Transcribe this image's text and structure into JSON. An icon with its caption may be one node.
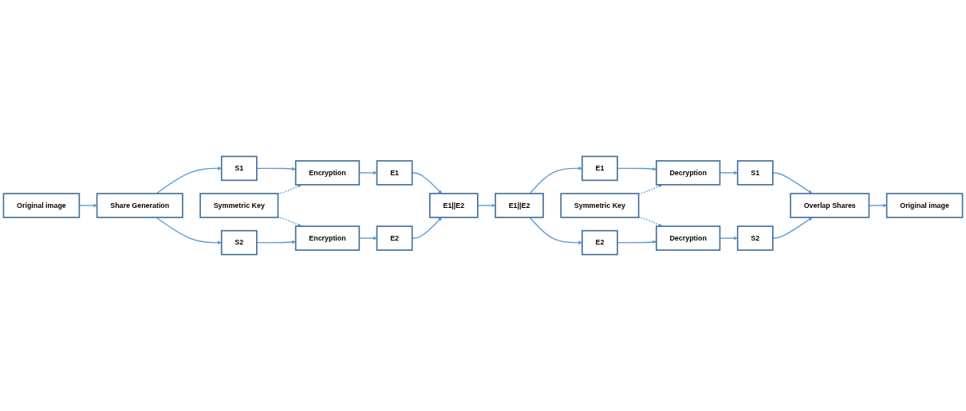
{
  "diagram": {
    "nodes": [
      {
        "text": [
          "Original image"
        ]
      },
      {
        "text": [
          "Share Generation"
        ]
      },
      {
        "text": [
          "S1"
        ]
      },
      {
        "text": [
          "Encryption"
        ]
      },
      {
        "text": [
          "E1"
        ]
      },
      {
        "text": [
          "Symmetric Key"
        ]
      },
      {
        "text": [
          "S2"
        ]
      },
      {
        "text": [
          "Encryption"
        ]
      },
      {
        "text": [
          "E2"
        ]
      },
      {
        "text": [
          "E1||E2"
        ]
      },
      {
        "text": [
          "E1||E2"
        ]
      },
      {
        "text": [
          "E1"
        ]
      },
      {
        "text": [
          "Decryption"
        ]
      },
      {
        "text": [
          "S1"
        ]
      },
      {
        "text": [
          "Symmetric Key"
        ]
      },
      {
        "text": [
          "E2"
        ]
      },
      {
        "text": [
          "Decryption"
        ]
      },
      {
        "text": [
          "S2"
        ]
      },
      {
        "text": [
          "Overlap Shares"
        ]
      },
      {
        "text": [
          "Original image"
        ]
      }
    ],
    "edges": [
      {
        "from": 0,
        "to": 1,
        "arrow": "to"
      },
      {
        "from": 1,
        "to": 2,
        "arrow": "to"
      },
      {
        "from": 1,
        "to": 6,
        "arrow": "to"
      },
      {
        "from": 2,
        "to": 3,
        "arrow": "to"
      },
      {
        "from": 3,
        "to": 4,
        "arrow": "to"
      },
      {
        "from": 5,
        "to": 3,
        "arrow": "to",
        "style": "dashed"
      },
      {
        "from": 5,
        "to": 7,
        "arrow": "to",
        "style": "dashed"
      },
      {
        "from": 6,
        "to": 7,
        "arrow": "to"
      },
      {
        "from": 7,
        "to": 8,
        "arrow": "to"
      },
      {
        "from": 4,
        "to": 9,
        "arrow": "to"
      },
      {
        "from": 8,
        "to": 9,
        "arrow": "to"
      },
      {
        "from": 9,
        "to": 10,
        "arrow": "to"
      },
      {
        "from": 10,
        "to": 11,
        "arrow": "to"
      },
      {
        "from": 10,
        "to": 15,
        "arrow": "to"
      },
      {
        "from": 11,
        "to": 12,
        "arrow": "to"
      },
      {
        "from": 12,
        "to": 13,
        "arrow": "to"
      },
      {
        "from": 14,
        "to": 12,
        "arrow": "to",
        "style": "dashed"
      },
      {
        "from": 14,
        "to": 16,
        "arrow": "to",
        "style": "dashed"
      },
      {
        "from": 15,
        "to": 16,
        "arrow": "to"
      },
      {
        "from": 16,
        "to": 17,
        "arrow": "to"
      },
      {
        "from": 13,
        "to": 18,
        "arrow": "to"
      },
      {
        "from": 17,
        "to": 18,
        "arrow": "to"
      },
      {
        "from": 18,
        "to": 19,
        "arrow": "to"
      }
    ]
  }
}
